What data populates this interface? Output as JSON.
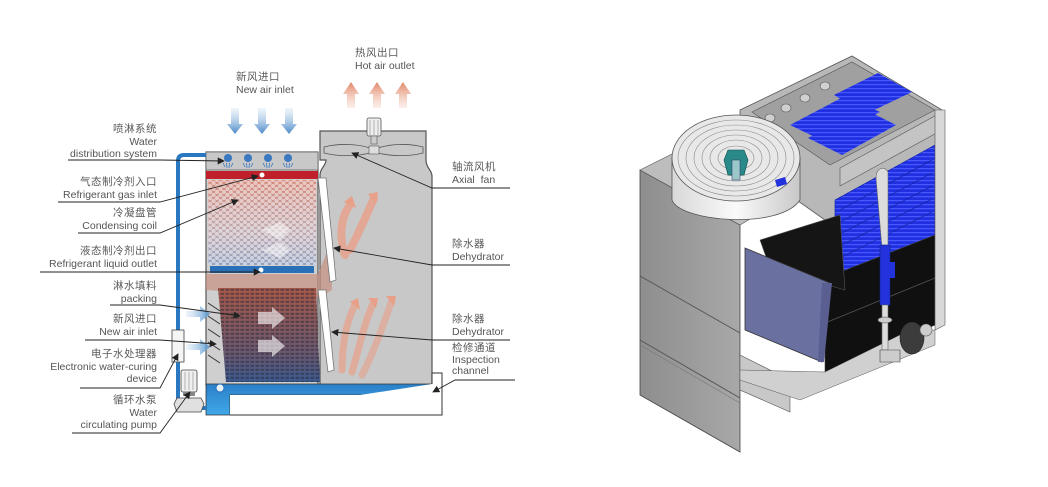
{
  "diagram": {
    "title": "Closed-circuit evaporative cooling tower",
    "left_labels": [
      {
        "id": "water-distribution",
        "cn": "喷淋系统",
        "en": [
          "Water",
          "distribution system"
        ]
      },
      {
        "id": "refrigerant-gas-inlet",
        "cn": "气态制冷剂入口",
        "en": [
          "Refrigerant gas inlet"
        ]
      },
      {
        "id": "condensing-coil",
        "cn": "冷凝盘管",
        "en": [
          "Condensing coil"
        ]
      },
      {
        "id": "refrigerant-liquid-outlet",
        "cn": "液态制冷剂出口",
        "en": [
          "Refrigerant liquid outlet"
        ]
      },
      {
        "id": "packing",
        "cn": "淋水填料",
        "en": [
          "packing"
        ]
      },
      {
        "id": "new-air-inlet-side",
        "cn": "新风进口",
        "en": [
          "New air inlet"
        ]
      },
      {
        "id": "water-curing-device",
        "cn": "电子水处理器",
        "en": [
          "Electronic water-curing",
          "device"
        ]
      },
      {
        "id": "circulating-pump",
        "cn": "循环水泵",
        "en": [
          "Water",
          "circulating pump"
        ]
      }
    ],
    "top_labels": [
      {
        "id": "new-air-inlet-top",
        "cn": "新风进口",
        "en": [
          "New air inlet"
        ]
      },
      {
        "id": "hot-air-outlet",
        "cn": "热风出口",
        "en": [
          "Hot air outlet"
        ]
      }
    ],
    "right_labels": [
      {
        "id": "axial-fan",
        "cn": "轴流风机",
        "en": [
          "Axial  fan"
        ]
      },
      {
        "id": "dehydrator-upper",
        "cn": "除水器",
        "en": [
          "Dehydrator"
        ]
      },
      {
        "id": "dehydrator-lower",
        "cn": "除水器",
        "en": [
          "Dehydrator"
        ]
      },
      {
        "id": "inspection-channel",
        "cn": "检修通道",
        "en": [
          "Inspection",
          "channel"
        ]
      }
    ],
    "colors": {
      "water_blue": "#2a78c0",
      "refrigerant_red": "#c0202a",
      "coil_copper": "#c87a68",
      "casing_gray": "#c8c8c8",
      "cool_air": "#6a9ed4",
      "hot_air": "#e8a088",
      "render_blue": "#2233dd"
    }
  }
}
